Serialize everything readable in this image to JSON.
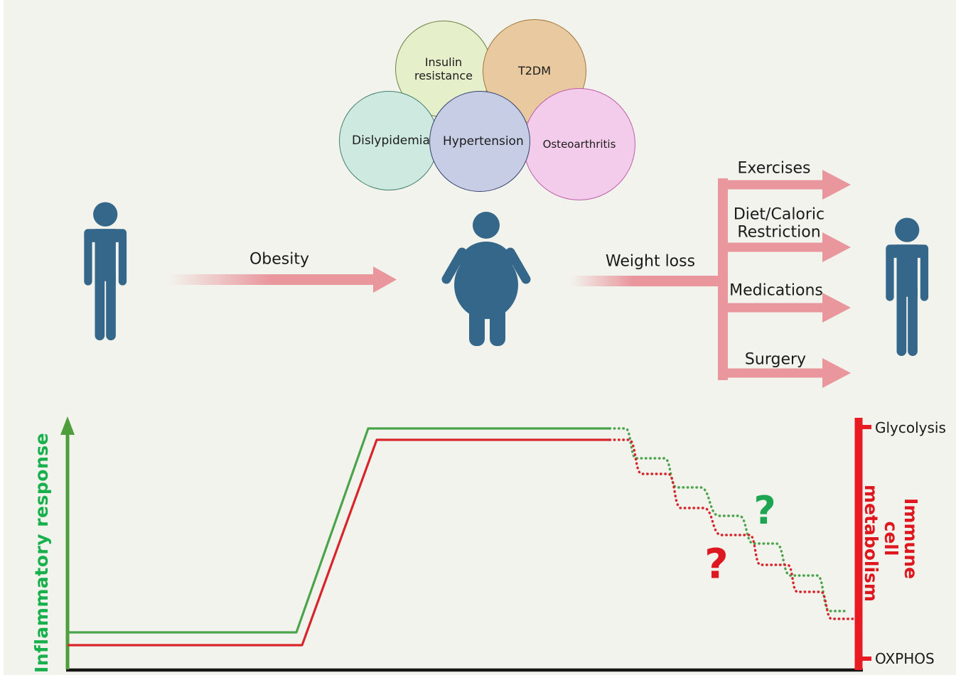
{
  "figure": {
    "background_color": "#f2f3ec",
    "comorbidities": [
      {
        "label": "Insulin resistance",
        "fill": "#e5f0ca",
        "border": "#6d8142"
      },
      {
        "label": "T2DM",
        "fill": "#e9caa0",
        "border": "#a1763d"
      },
      {
        "label": "Dislypidemia",
        "fill": "#cee9e0",
        "border": "#47806f"
      },
      {
        "label": "Osteoarthritis",
        "fill": "#f4cceb",
        "border": "#bd5fa8"
      },
      {
        "label": "Hypertension",
        "fill": "#c7cde5",
        "border": "#32406b"
      }
    ],
    "flow": {
      "obesity_label": "Obesity",
      "weight_loss_label": "Weight loss",
      "interventions": [
        "Exercises",
        "Diet/Caloric Restriction",
        "Medications",
        "Surgery"
      ],
      "arrow_color": "#e9969d",
      "person_color": "#35678a"
    },
    "chart": {
      "left_axis_label": "Inflammatory response",
      "left_axis_label_color": "#17b04c",
      "right_axis_label": "Immune cell metabolism",
      "right_axis_label_color": "#e0161f",
      "right_axis_top_tick": "Glycolysis",
      "right_axis_bottom_tick": "OXPHOS",
      "green_question_mark": "?",
      "red_question_mark": "?",
      "lines": [
        {
          "name": "Inflammatory response",
          "color": "#4ba34b",
          "trend": "low baseline, steep rise with obesity, high plateau, then dotted uncertain stepped decline with weight loss"
        },
        {
          "name": "Immune cell metabolism (glycolysis vs OXPHOS)",
          "color": "#d8242b",
          "trend": "low baseline, steep rise with obesity, high plateau, then dotted uncertain stepped decline with weight loss"
        }
      ]
    }
  }
}
